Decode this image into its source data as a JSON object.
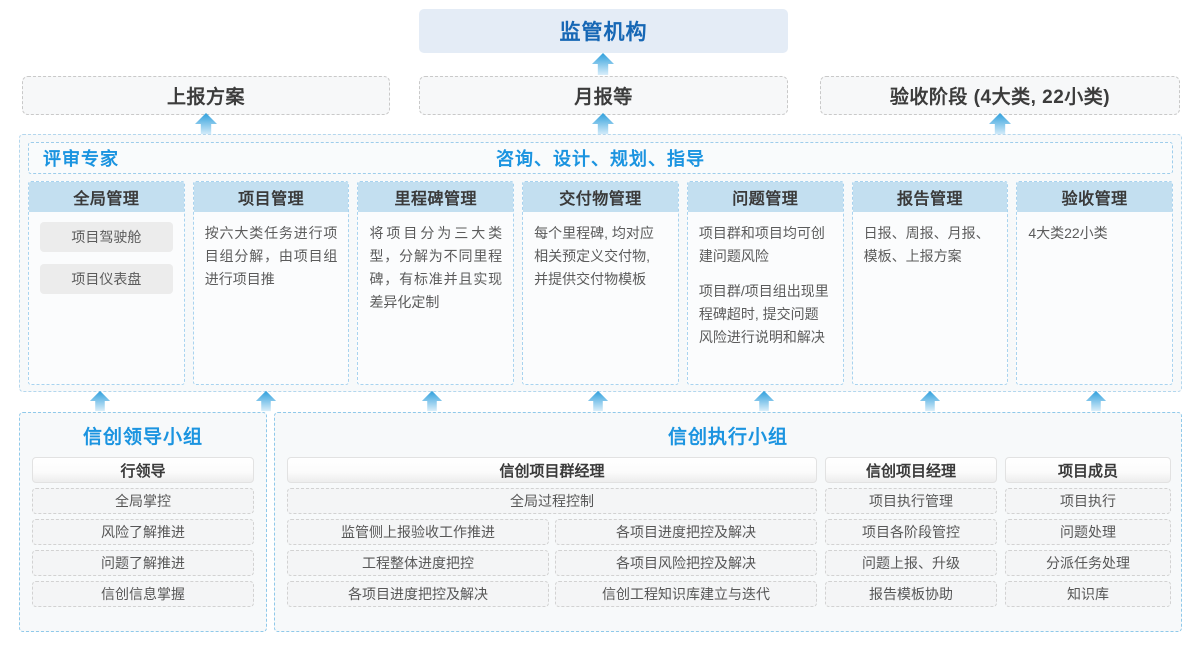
{
  "top": {
    "regulator": {
      "label": "监管机构"
    },
    "submissions": [
      {
        "label": "上报方案"
      },
      {
        "label": "月报等"
      },
      {
        "label": "验收阶段 (4大类, 22小类)"
      }
    ]
  },
  "middle": {
    "header_left": "评审专家",
    "header_center": "咨询、设计、规划、指导",
    "columns": [
      {
        "title": "全局管理",
        "pills": [
          "项目驾驶舱",
          "项目仪表盘"
        ],
        "paragraphs": []
      },
      {
        "title": "项目管理",
        "pills": [],
        "paragraphs": [
          "按六大类任务进行项目组分解，由项目组进行项目推"
        ]
      },
      {
        "title": "里程碑管理",
        "pills": [],
        "paragraphs": [
          "将项目分为三大类型，分解为不同里程碑，有标准并且实现差异化定制"
        ]
      },
      {
        "title": "交付物管理",
        "pills": [],
        "paragraphs": [
          "每个里程碑, 均对应相关预定义交付物, 并提供交付物模板"
        ]
      },
      {
        "title": "问题管理",
        "pills": [],
        "paragraphs": [
          "项目群和项目均可创建问题风险",
          "项目群/项目组出现里程碑超时, 提交问题风险进行说明和解决"
        ]
      },
      {
        "title": "报告管理",
        "pills": [],
        "paragraphs": [
          "日报、周报、月报、模板、上报方案"
        ]
      },
      {
        "title": "验收管理",
        "pills": [],
        "paragraphs": [
          "4大类22小类"
        ]
      }
    ]
  },
  "bottom": {
    "leading_group": {
      "title": "信创领导小组",
      "role": "行领导",
      "tasks": [
        "全局掌控",
        "风险了解推进",
        "问题了解推进",
        "信创信息掌握"
      ]
    },
    "exec_group": {
      "title": "信创执行小组",
      "roles": [
        {
          "name": "信创项目群经理",
          "full_width_tasks": [
            "全局过程控制"
          ],
          "task_rows": [
            [
              "监管侧上报验收工作推进",
              "各项目进度把控及解决"
            ],
            [
              "工程整体进度把控",
              "各项目风险把控及解决"
            ],
            [
              "各项目进度把控及解决",
              "信创工程知识库建立与迭代"
            ]
          ]
        },
        {
          "name": "信创项目经理",
          "full_width_tasks": [],
          "tasks": [
            "项目执行管理",
            "项目各阶段管控",
            "问题上报、升级",
            "报告模板协助"
          ]
        },
        {
          "name": "项目成员",
          "full_width_tasks": [],
          "tasks": [
            "项目执行",
            "问题处理",
            "分派任务处理",
            "知识库"
          ]
        }
      ]
    }
  },
  "icons": {
    "arrow_up": "arrow-up-icon"
  },
  "colors": {
    "accent_blue": "#1b94e0",
    "deep_blue": "#1667b5",
    "col_head_blue": "#c3dff0",
    "top_box_blue": "#e4ecf6",
    "arrow_top": "#2e9fdc",
    "arrow_bottom": "#cfe9f7"
  }
}
